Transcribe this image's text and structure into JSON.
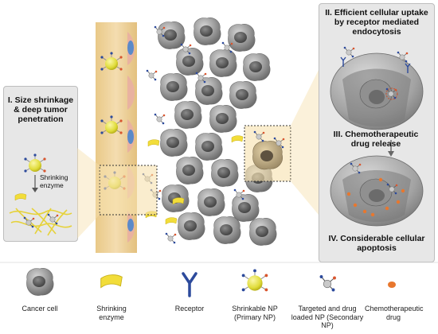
{
  "colors": {
    "vessel": "#e8c98e",
    "panel_bg": "#e7e7e7",
    "cell": "#9a9a9a",
    "nucleus": "#555555",
    "np_yellow": "#e0dc3a",
    "enzyme": "#f2dd3a",
    "receptor": "#2c4a9c",
    "drug": "#e8772e",
    "zoom_box": "#f8e3b0"
  },
  "left_panel": {
    "title": "I. Size shrinkage & deep tumor penetration",
    "enzyme_label": "Shrinking enzyme"
  },
  "right_panel": {
    "step2": "II. Efficient cellular uptake by receptor mediated endocytosis",
    "step3": "III. Chemotherapeutic drug release",
    "step4": "IV. Considerable cellular apoptosis"
  },
  "legend": [
    {
      "icon": "cancer-cell-icon",
      "label": "Cancer cell"
    },
    {
      "icon": "shrinking-enzyme-icon",
      "label": "Shrinking enzyme"
    },
    {
      "icon": "receptor-icon",
      "label": "Receptor"
    },
    {
      "icon": "shrinkable-np-icon",
      "label": "Shrinkable NP (Primary NP)"
    },
    {
      "icon": "secondary-np-icon",
      "label": "Targeted and drug loaded NP (Secondary NP)"
    },
    {
      "icon": "drug-icon",
      "label": "Chemotherapeutic drug"
    }
  ]
}
